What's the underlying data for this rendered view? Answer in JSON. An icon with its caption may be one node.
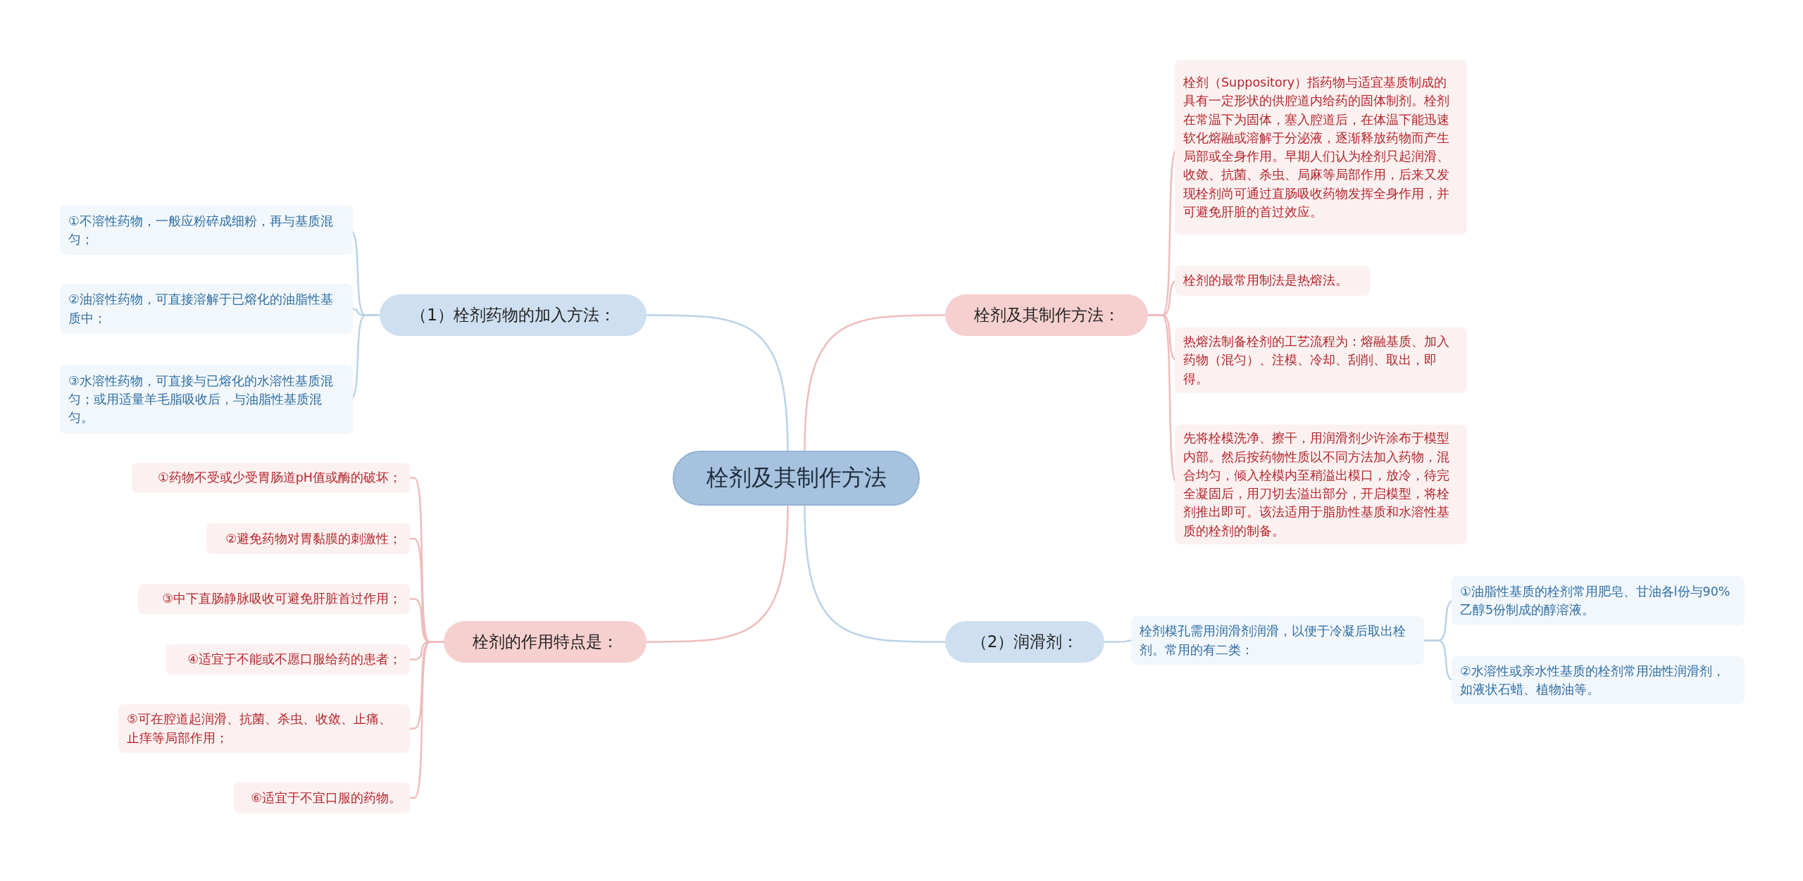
{
  "diagram": {
    "nodes": [
      {
        "text": [
          "栓剂及其制作方法"
        ]
      },
      {
        "text": [
          "（1）栓剂药物的加入方法："
        ]
      },
      {
        "text": [
          "①不溶性药物，一般应粉碎成细粉，再与基质混匀；"
        ]
      },
      {
        "text": [
          "②油溶性药物，可直接溶解于已熔化的油脂性基质中；"
        ]
      },
      {
        "text": [
          "③水溶性药物，可直接与已熔化的水溶性基质混匀；或用适量羊毛脂吸收后，与油脂性基质混匀。"
        ]
      },
      {
        "text": [
          "栓剂的作用特点是："
        ]
      },
      {
        "text": [
          "①药物不受或少受胃肠道pH值或酶的破坏；"
        ]
      },
      {
        "text": [
          "②避免药物对胃黏膜的刺激性；"
        ]
      },
      {
        "text": [
          "③中下直肠静脉吸收可避免肝脏首过作用；"
        ]
      },
      {
        "text": [
          "④适宜于不能或不愿口服给药的患者；"
        ]
      },
      {
        "text": [
          "⑤可在腔道起润滑、抗菌、杀虫、收敛、止痛、止痒等局部作用；"
        ]
      },
      {
        "text": [
          "⑥适宜于不宜口服的药物。"
        ]
      },
      {
        "text": [
          "栓剂及其制作方法："
        ]
      },
      {
        "text": [
          "栓剂（Suppository）指药物与适宜基质制成的具有一定形状的供腔道内给药的固体制剂。栓剂在常温下为固体，塞入腔道后，在体温下能迅速软化熔融或溶解于分泌液，逐渐释放药物而产生局部或全身作用。早期人们认为栓剂只起润滑、收敛、抗菌、杀虫、局麻等局部作用，后来又发现栓剂尚可通过直肠吸收药物发挥全身作用，并可避免肝脏的首过效应。"
        ]
      },
      {
        "text": [
          "栓剂的最常用制法是热熔法。"
        ]
      },
      {
        "text": [
          "热熔法制备栓剂的工艺流程为：熔融基质、加入药物（混匀）、注模、冷却、刮削、取出，即得。"
        ]
      },
      {
        "text": [
          "先将栓模洗净、擦干，用润滑剂少许涂布于模型内部。然后按药物性质以不同方法加入药物，混合均匀，倾入栓模内至稍溢出模口，放冷，待完全凝固后，用刀切去溢出部分，开启模型，将栓剂推出即可。该法适用于脂肪性基质和水溶性基质的栓剂的制备。"
        ]
      },
      {
        "text": [
          "（2）润滑剂："
        ]
      },
      {
        "text": [
          "栓剂模孔需用润滑剂润滑，以便于冷凝后取出栓剂。常用的有二类："
        ]
      },
      {
        "text": [
          "①油脂性基质的栓剂常用肥皂、甘油各l份与90%乙醇5份制成的醇溶液。"
        ]
      },
      {
        "text": [
          "②水溶性或亲水性基质的栓剂常用油性润滑剂，如液状石蜡、植物油等。"
        ]
      }
    ],
    "edges": [
      {
        "from": 0,
        "to": 1,
        "arrow": "none",
        "color": "#bcd2e6"
      },
      {
        "from": 1,
        "to": 2,
        "arrow": "none",
        "color": "#bcd2e6"
      },
      {
        "from": 1,
        "to": 3,
        "arrow": "none",
        "color": "#bcd2e6"
      },
      {
        "from": 1,
        "to": 4,
        "arrow": "none",
        "color": "#bcd2e6"
      },
      {
        "from": 0,
        "to": 5,
        "arrow": "none"
      },
      {
        "from": 5,
        "to": 6,
        "arrow": "none"
      },
      {
        "from": 5,
        "to": 7,
        "arrow": "none"
      },
      {
        "from": 5,
        "to": 8,
        "arrow": "none"
      },
      {
        "from": 5,
        "to": 9,
        "arrow": "none"
      },
      {
        "from": 5,
        "to": 10,
        "arrow": "none"
      },
      {
        "from": 5,
        "to": 11,
        "arrow": "none"
      },
      {
        "from": 0,
        "to": 12,
        "arrow": "none"
      },
      {
        "from": 12,
        "to": 13,
        "arrow": "none"
      },
      {
        "from": 12,
        "to": 14,
        "arrow": "none"
      },
      {
        "from": 12,
        "to": 15,
        "arrow": "none"
      },
      {
        "from": 12,
        "to": 16,
        "arrow": "none"
      },
      {
        "from": 0,
        "to": 17,
        "arrow": "none",
        "color": "#bcd2e6"
      },
      {
        "from": 17,
        "to": 18,
        "arrow": "none",
        "color": "#bcd2e6"
      },
      {
        "from": 18,
        "to": 19,
        "arrow": "none",
        "color": "#bcd2e6"
      },
      {
        "from": 18,
        "to": 20,
        "arrow": "none",
        "color": "#bcd2e6"
      }
    ]
  }
}
